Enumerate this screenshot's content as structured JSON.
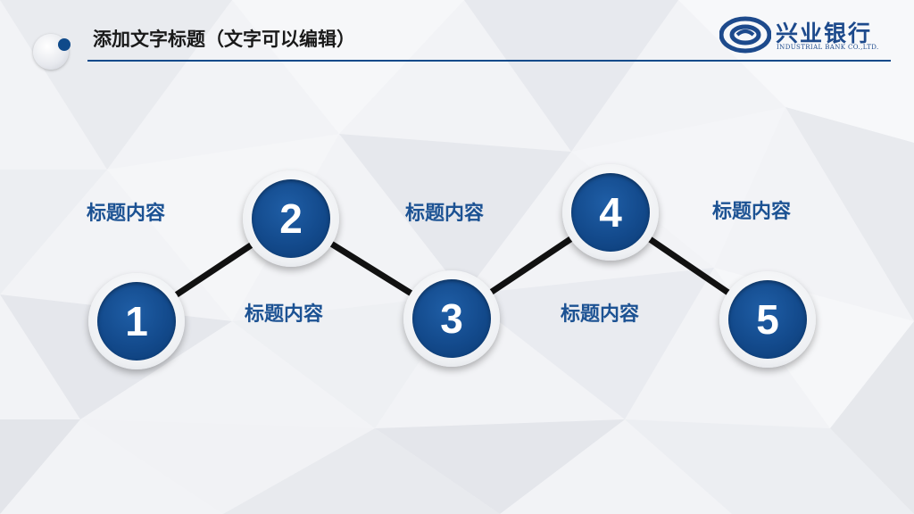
{
  "header": {
    "title": "添加文字标题（文字可以编辑）"
  },
  "logo": {
    "name_cn": "兴业银行",
    "name_en": "INDUSTRIAL BANK CO.,LTD."
  },
  "steps": [
    {
      "number": "1",
      "caption": "标题内容"
    },
    {
      "number": "2",
      "caption": "标题内容"
    },
    {
      "number": "3",
      "caption": "标题内容"
    },
    {
      "number": "4",
      "caption": "标题内容"
    },
    {
      "number": "5",
      "caption": "标题内容"
    }
  ],
  "colors": {
    "brand_blue": "#134a8c",
    "caption_blue": "#1c5293",
    "connector": "#111111"
  }
}
